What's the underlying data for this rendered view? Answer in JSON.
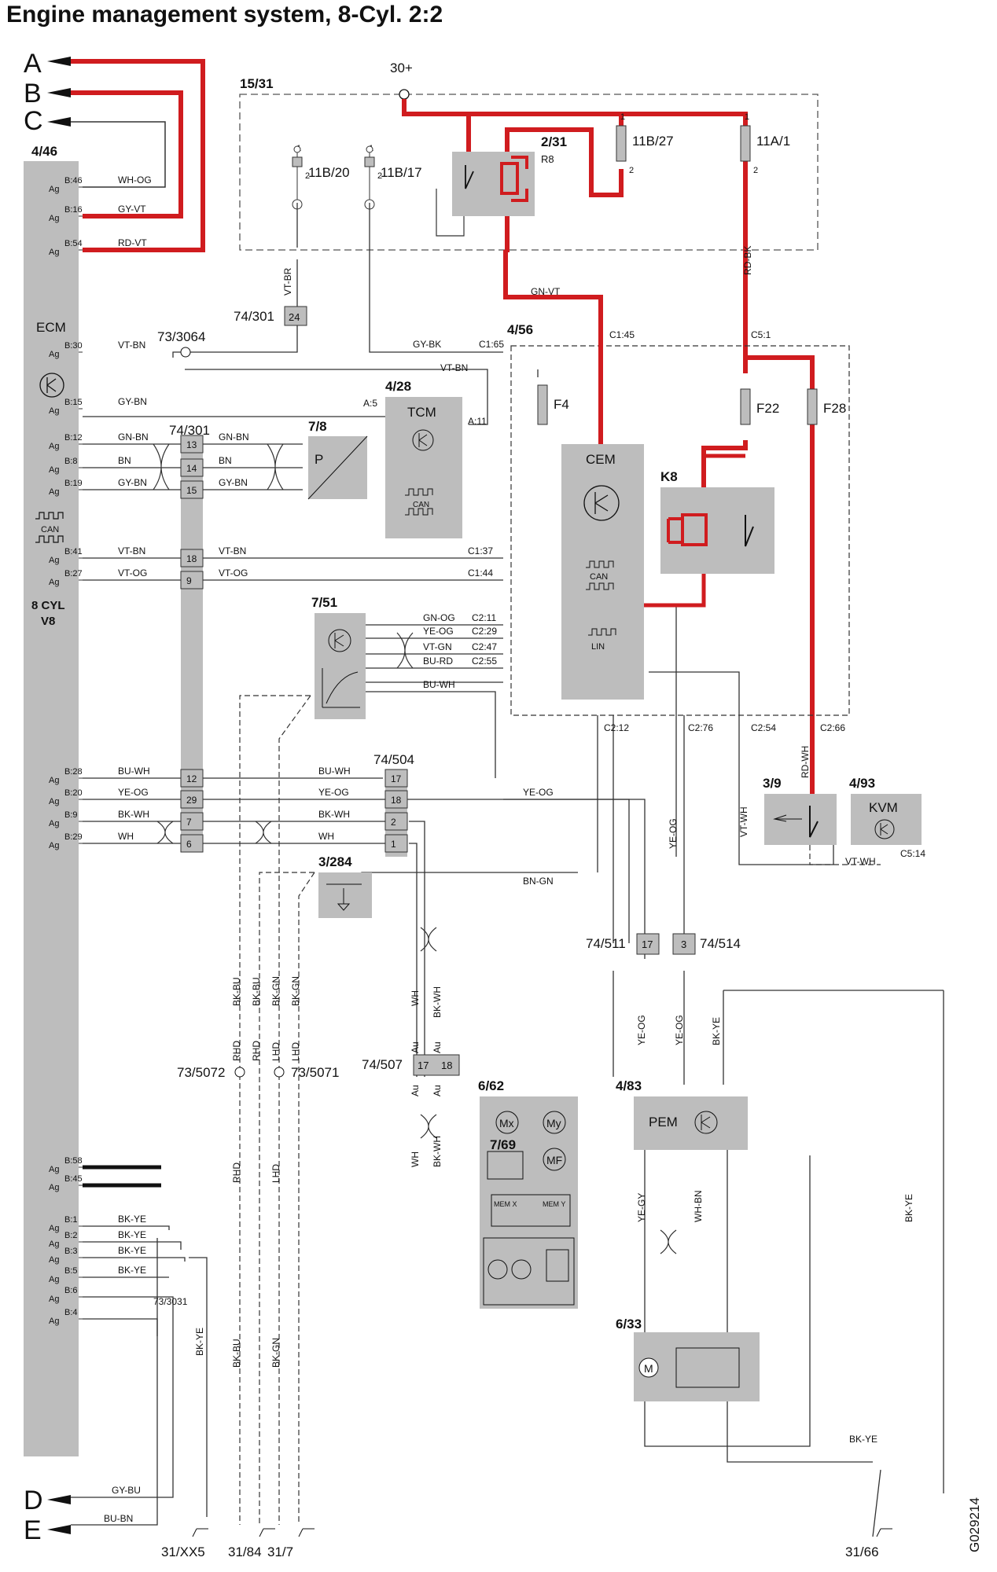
{
  "title": "Engine management system, 8-Cyl. 2:2",
  "doc_code": "G029214",
  "colors": {
    "power": "#d01c1f",
    "component": "#bdbdbd",
    "wire": "#333333"
  },
  "connectors": {
    "a": "A",
    "b": "B",
    "c": "C",
    "d": "D",
    "e": "E"
  },
  "ecm": {
    "id": "4/46",
    "name": "ECM",
    "engine": "8 CYL",
    "engine2": "V8",
    "can": "CAN",
    "pins": [
      {
        "pin": "B:46",
        "wire": "WH-OG"
      },
      {
        "pin": "B:16",
        "wire": "GY-VT"
      },
      {
        "pin": "B:54",
        "wire": "RD-VT"
      },
      {
        "pin": "B:30",
        "wire": "VT-BN"
      },
      {
        "pin": "B:15",
        "wire": "GY-BN"
      },
      {
        "pin": "B:12",
        "wire": "GN-BN"
      },
      {
        "pin": "B:8",
        "wire": "BN"
      },
      {
        "pin": "B:19",
        "wire": "GY-BN"
      },
      {
        "pin": "B:41",
        "wire": "VT-BN"
      },
      {
        "pin": "B:27",
        "wire": "VT-OG"
      },
      {
        "pin": "B:28",
        "wire": "BU-WH"
      },
      {
        "pin": "B:20",
        "wire": "YE-OG"
      },
      {
        "pin": "B:9",
        "wire": "BK-WH"
      },
      {
        "pin": "B:29",
        "wire": "WH"
      },
      {
        "pin": "B:58",
        "wire": ""
      },
      {
        "pin": "B:45",
        "wire": ""
      },
      {
        "pin": "B:1",
        "wire": "BK-YE"
      },
      {
        "pin": "B:2",
        "wire": "BK-YE"
      },
      {
        "pin": "B:3",
        "wire": "BK-YE"
      },
      {
        "pin": "B:5",
        "wire": "BK-YE"
      },
      {
        "pin": "B:6",
        "wire": ""
      },
      {
        "pin": "B:4",
        "wire": ""
      }
    ],
    "ag": "Ag"
  },
  "fusebox": {
    "id": "15/31",
    "supply": "30+",
    "fuses": [
      {
        "id": "11B/20"
      },
      {
        "id": "11B/17"
      },
      {
        "id": "11B/27"
      },
      {
        "id": "11A/1"
      }
    ],
    "relay": {
      "id": "2/31",
      "name": "R8"
    }
  },
  "labels": {
    "vt_br": "VT-BR",
    "gn_vt": "GN-VT",
    "rd_bk": "RD-BK",
    "gy_bk": "GY-BK",
    "vt_bn": "VT-BN",
    "c165": "C1:65",
    "c145": "C1:45",
    "c51": "C5:1",
    "a5": "A:5",
    "a11": "A:11",
    "c137": "C1:37",
    "c144": "C1:44",
    "c211": "C2:11",
    "c229": "C2:29",
    "c247": "C2:47",
    "c255": "C2:55",
    "gn_og": "GN-OG",
    "ye_og": "YE-OG",
    "vt_gn": "VT-GN",
    "bu_rd": "BU-RD",
    "bu_wh": "BU-WH",
    "c212": "C2:12",
    "c276": "C2:76",
    "c254": "C2:54",
    "c266": "C2:66",
    "rd_wh": "RD-WH",
    "vt_wh": "VT-WH",
    "c514": "C5:14",
    "bn_gn": "BN-GN",
    "wh": "WH",
    "bk_wh": "BK-WH",
    "bk_ye": "BK-YE",
    "bk_bu": "BK-BU",
    "bk_gn": "BK-GN",
    "rhd": "RHD",
    "lhd": "LHD",
    "ye_gy": "YE-GY",
    "wh_bn": "WH-BN",
    "au": "Au",
    "gy_bu": "GY-BU",
    "bu_bn": "BU-BN",
    "gn_bn": "GN-BN",
    "bn": "BN",
    "gy_bn": "GY-BN",
    "vt_og": "VT-OG"
  },
  "components": {
    "c7301": "74/301",
    "c7301_pin": "24",
    "c73064": "73/3064",
    "tcm": {
      "id": "4/28",
      "name": "TCM",
      "can": "CAN"
    },
    "sensor78": {
      "id": "7/8",
      "name": "P"
    },
    "cem_box": "4/56",
    "cem": {
      "name": "CEM",
      "can": "CAN",
      "lin": "LIN"
    },
    "f4": "F4",
    "f22": "F22",
    "f28": "F28",
    "k8": "K8",
    "s751": "7/51",
    "s39": "3/9",
    "kvm": {
      "id": "4/93",
      "name": "KVM"
    },
    "c74504": "74/504",
    "s3284": "3/284",
    "c74511": "74/511",
    "c74511_pin": "17",
    "c74514": "74/514",
    "c74514_pin": "3",
    "c74507": "74/507",
    "c745072": "73/5072",
    "c735071": "73/5071",
    "pem": {
      "id": "4/83",
      "name": "PEM"
    },
    "m662": {
      "id": "6/62",
      "sub": "7/69",
      "mx": "Mx",
      "my": "My",
      "mf": "MF",
      "memx": "MEM X",
      "memy": "MEM Y"
    },
    "m633": {
      "id": "6/33",
      "m": "M"
    },
    "c733031": "73/3031",
    "grounds": [
      "31/XX5",
      "31/84",
      "31/7",
      "31/66"
    ],
    "pins_74301": [
      "13",
      "14",
      "15",
      "18",
      "9",
      "12",
      "29",
      "7",
      "6"
    ],
    "pins_74504": [
      "17",
      "18",
      "2",
      "1"
    ],
    "pins_74507": [
      "17",
      "18"
    ]
  }
}
